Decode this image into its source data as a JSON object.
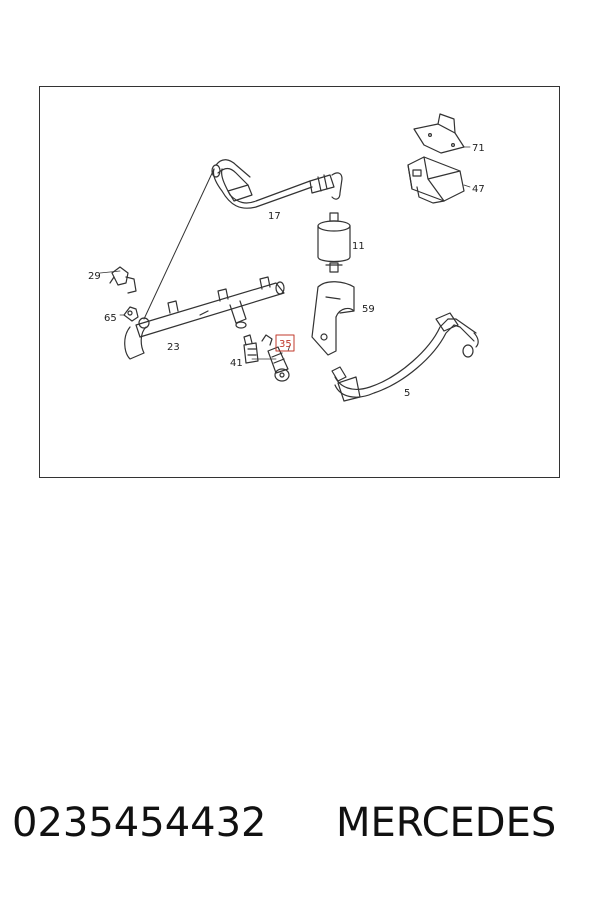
{
  "diagram": {
    "callouts": [
      "71",
      "47",
      "17",
      "11",
      "29",
      "65",
      "23",
      "59",
      "41",
      "35",
      "5"
    ],
    "highlighted_callout": "35",
    "highlight_color": "#c0392b"
  },
  "caption": {
    "part_number": "0235454432",
    "brand": "MERCEDES"
  }
}
